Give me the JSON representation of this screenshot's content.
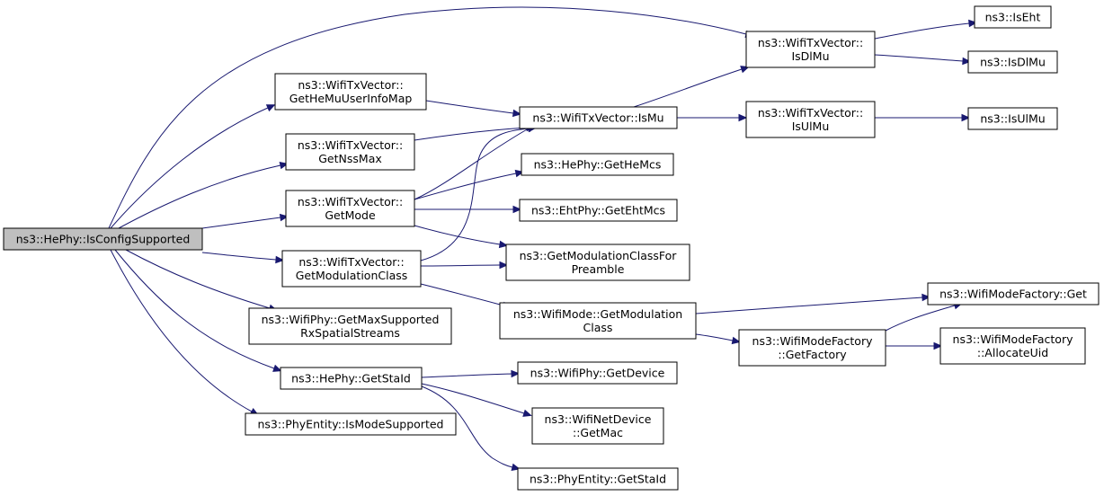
{
  "colors": {
    "edge": "#191970",
    "root_fill": "#bfbfbf",
    "node_fill": "#ffffff",
    "node_border": "#000000"
  },
  "nodes": [
    {
      "id": "root",
      "lines": [
        "ns3::HePhy::IsConfigSupported"
      ]
    },
    {
      "id": "getHeMuUserInfoMap",
      "lines": [
        "ns3::WifiTxVector::",
        "GetHeMuUserInfoMap"
      ]
    },
    {
      "id": "getNssMax",
      "lines": [
        "ns3::WifiTxVector::",
        "GetNssMax"
      ]
    },
    {
      "id": "getMode",
      "lines": [
        "ns3::WifiTxVector::",
        "GetMode"
      ]
    },
    {
      "id": "getModulationClass",
      "lines": [
        "ns3::WifiTxVector::",
        "GetModulationClass"
      ]
    },
    {
      "id": "getMaxSupportedRx",
      "lines": [
        "ns3::WifiPhy::GetMaxSupported",
        "RxSpatialStreams"
      ]
    },
    {
      "id": "hePhyGetStaId",
      "lines": [
        "ns3::HePhy::GetStaId"
      ]
    },
    {
      "id": "isModeSupported",
      "lines": [
        "ns3::PhyEntity::IsModeSupported"
      ]
    },
    {
      "id": "isMu",
      "lines": [
        "ns3::WifiTxVector::IsMu"
      ]
    },
    {
      "id": "getHeMcs",
      "lines": [
        "ns3::HePhy::GetHeMcs"
      ]
    },
    {
      "id": "getEhtMcs",
      "lines": [
        "ns3::EhtPhy::GetEhtMcs"
      ]
    },
    {
      "id": "getModClassForPreamble",
      "lines": [
        "ns3::GetModulationClassFor",
        "Preamble"
      ]
    },
    {
      "id": "wifiModeGetModClass",
      "lines": [
        "ns3::WifiMode::GetModulation",
        "Class"
      ]
    },
    {
      "id": "getDevice",
      "lines": [
        "ns3::WifiPhy::GetDevice"
      ]
    },
    {
      "id": "getMac",
      "lines": [
        "ns3::WifiNetDevice",
        "::GetMac"
      ]
    },
    {
      "id": "phyEntityGetStaId",
      "lines": [
        "ns3::PhyEntity::GetStaId"
      ]
    },
    {
      "id": "isDlMu",
      "lines": [
        "ns3::WifiTxVector::",
        "IsDlMu"
      ]
    },
    {
      "id": "isUlMu",
      "lines": [
        "ns3::WifiTxVector::",
        "IsUlMu"
      ]
    },
    {
      "id": "getFactory",
      "lines": [
        "ns3::WifiModeFactory",
        "::GetFactory"
      ]
    },
    {
      "id": "isEht",
      "lines": [
        "ns3::IsEht"
      ]
    },
    {
      "id": "isDlMuFree",
      "lines": [
        "ns3::IsDlMu"
      ]
    },
    {
      "id": "isUlMuFree",
      "lines": [
        "ns3::IsUlMu"
      ]
    },
    {
      "id": "factoryGet",
      "lines": [
        "ns3::WifiModeFactory::Get"
      ]
    },
    {
      "id": "allocateUid",
      "lines": [
        "ns3::WifiModeFactory",
        "::AllocateUid"
      ]
    }
  ],
  "edges": [
    [
      "root",
      "isDlMu"
    ],
    [
      "root",
      "getHeMuUserInfoMap"
    ],
    [
      "root",
      "getNssMax"
    ],
    [
      "root",
      "getMode"
    ],
    [
      "root",
      "getModulationClass"
    ],
    [
      "root",
      "getMaxSupportedRx"
    ],
    [
      "root",
      "hePhyGetStaId"
    ],
    [
      "root",
      "isModeSupported"
    ],
    [
      "getHeMuUserInfoMap",
      "isMu"
    ],
    [
      "getNssMax",
      "isMu"
    ],
    [
      "getMode",
      "isMu"
    ],
    [
      "getMode",
      "getHeMcs"
    ],
    [
      "getMode",
      "getEhtMcs"
    ],
    [
      "getMode",
      "getModClassForPreamble"
    ],
    [
      "getModulationClass",
      "isMu"
    ],
    [
      "getModulationClass",
      "getModClassForPreamble"
    ],
    [
      "getModulationClass",
      "wifiModeGetModClass"
    ],
    [
      "isMu",
      "isDlMu"
    ],
    [
      "isMu",
      "isUlMu"
    ],
    [
      "isDlMu",
      "isEht"
    ],
    [
      "isDlMu",
      "isDlMuFree"
    ],
    [
      "isUlMu",
      "isUlMuFree"
    ],
    [
      "wifiModeGetModClass",
      "factoryGet"
    ],
    [
      "wifiModeGetModClass",
      "getFactory"
    ],
    [
      "getFactory",
      "factoryGet"
    ],
    [
      "getFactory",
      "allocateUid"
    ],
    [
      "hePhyGetStaId",
      "getDevice"
    ],
    [
      "hePhyGetStaId",
      "getMac"
    ],
    [
      "hePhyGetStaId",
      "phyEntityGetStaId"
    ]
  ]
}
